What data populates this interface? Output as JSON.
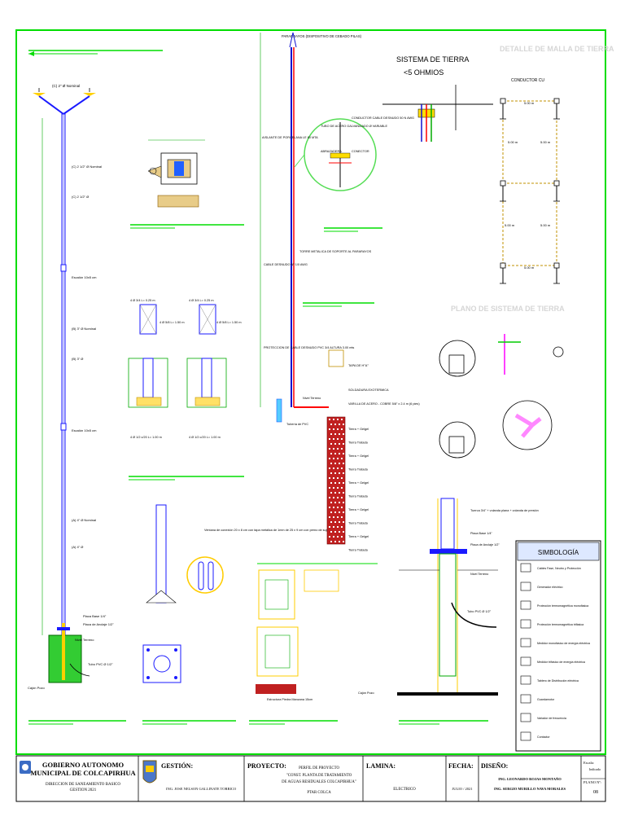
{
  "header_note": "PARARRAYOS (DISPOSITIVO DE CEBADO PILAS)",
  "ground_system": {
    "title_line1": "SISTEMA DE TIERRA",
    "title_line2": "<5 OHMIOS",
    "detail_title": "DETALLE DE MALLA DE TIERRA",
    "plan_title": "PLANO DE SISTEMA DE TIERRA",
    "conductor_label": "CONDUCTOR CU",
    "spacing_values": [
      "5.00 m",
      "5.00 m",
      "5.00 m",
      "5.00 m",
      "5.00 m",
      "5.00 m"
    ]
  },
  "pole": {
    "top_label": "(C) 2\" Ø Nominal",
    "seg1": "(C) 2 1/2\" Ø Nominal",
    "seg1b": "(C) 2 1/2\" Ø",
    "joint1": "Escalón 10x5 cm",
    "seg2": "(B) 3\" Ø Nominal",
    "seg2b": "(B) 3\" Ø",
    "joint2": "Escalón 10x5 cm",
    "seg3": "(A) 4\" Ø Nominal",
    "seg3b": "(A) 4\" Ø",
    "base1": "Placa Base 1/4\"",
    "base2": "Placa de Anclaje 1/2\"",
    "base3": "Nivel Terreno",
    "base4": "Tubo PVC Ø 1/2\"",
    "base5": "Cajón Pozo"
  },
  "mast_labels": {
    "insulator": "AISLANTE DE PORCELANA LE 80 MTA",
    "cable": "CABLE DESNUDO Nº 1/0 AWG",
    "tower": "TORRE METALICA DE SOPORTE AL PARARAYOS",
    "protection": "PROTECCION DE CABLE DESNUDO PVC 3/4 ALTURA 3.00 mts",
    "tubo_acero": "TUBO DE ACERO GALVANIZADO Ø VARIABLE",
    "conductor_desnudo": "CONDUCTOR CABLE DESNUDO 50 N AWG",
    "abrazadera": "ABRAZADERA",
    "conector": "CONECTOR",
    "nivel": "Nivel Terreno",
    "tubo_pvc": "Tubería de PVC",
    "tapa": "TAPA DE H°A°",
    "soldadura": "SOLDADURA EXOTERMICA",
    "varilla": "VARILLA DE ACERO - COBRE 5/8\" x 2.4 m (6 pies)",
    "layers": [
      "Tierra + Gelgel",
      "Tierra Tratada",
      "Tierra + Gelgel",
      "Tierra Tratada",
      "Tierra + Gelgel",
      "Tierra Tratada",
      "Tierra + Gelgel",
      "Tierra Tratada",
      "Tierra + Gelgel",
      "Tierra Tratada"
    ],
    "arena": "Estructura Piedra Manzana 15cm"
  },
  "dims": {
    "d1": "4 Ø 3/4 L= 0.25 m",
    "d2": "4 Ø 3/4 L= 0.25 m",
    "d3": "4 Ø 5/8 L= 1.50 m",
    "d4": "4 Ø 5/8 L= 1.50 m",
    "d5": "4 Ø 1/2 c/20 L= 1.00 m",
    "d6": "4 Ø 1/2 c/20 L= 1.00 m",
    "ventana": "Ventana de conexión 20 x 8 cm con tapa metálica de 1mm de 25 x 9 cm con perno de sujeción"
  },
  "pedestal": {
    "l1": "Tuerca 3/4\" + volanda plana + volanda de presión",
    "l2": "Placa Base 1/4\"",
    "l3": "Placa de Anclaje 1/2\"",
    "l4": "Nivel Terreno",
    "l5": "Tubo PVC Ø 1/2\"",
    "l6": "Cajón Pozo"
  },
  "legend": {
    "title": "SIMBOLOGÍA",
    "items": [
      "Cables Fase, Neutro y Protección",
      "Generador eléctrico",
      "Protección termomagnética monofásica",
      "Protección termomagnética trifásica",
      "Medidor monofásico de energía eléctrica",
      "Medidor trifásico de energía eléctrica",
      "Tablero de Distribución eléctrica",
      "Guardamotor",
      "Variador de frecuencia",
      "Contactor"
    ]
  },
  "titleblock": {
    "org_line1": "GOBIERNO AUTONOMO",
    "org_line2": "MUNICIPAL DE COLCAPIRHUA",
    "org_line3": "DIRECCION DE SANEAMIENTO BASICO",
    "org_line4": "GESTION 2021",
    "gestion_label": "GESTIÓN:",
    "gestion_value": "ING. JOSE NELSON GALLINATE TORRICO",
    "proyecto_label": "PROYECTO:",
    "proyecto_l1": "PERFIL DE PROYECTO",
    "proyecto_l2": "\"CONST. PLANTA DE TRATAMIENTO",
    "proyecto_l3": "DE AGUAS RESIDUALES COLCAPIRHUA\"",
    "proyecto_l4": "PTAR COLCA",
    "lamina_label": "LAMINA:",
    "lamina_value": "ELECTRICO",
    "fecha_label": "FECHA:",
    "fecha_value": "JULIO / 2021",
    "diseno_label": "DISEÑO:",
    "diseno_l1": "ING. LEONARDO ROJAS MONTAÑO",
    "diseno_l2": "ING. SERGIO MURILLO NAVA MORALES",
    "escala_label": "Escala:",
    "escala_value": "Indicada",
    "plano_label": "PLANO Nº:",
    "plano_value": "08"
  },
  "colors": {
    "frame": "#00dd00",
    "mast_red": "#ff0000",
    "mast_blue": "#1010d0",
    "soil": "#c02020",
    "ground_green": "#20c020",
    "base_blue": "#2050ff"
  }
}
